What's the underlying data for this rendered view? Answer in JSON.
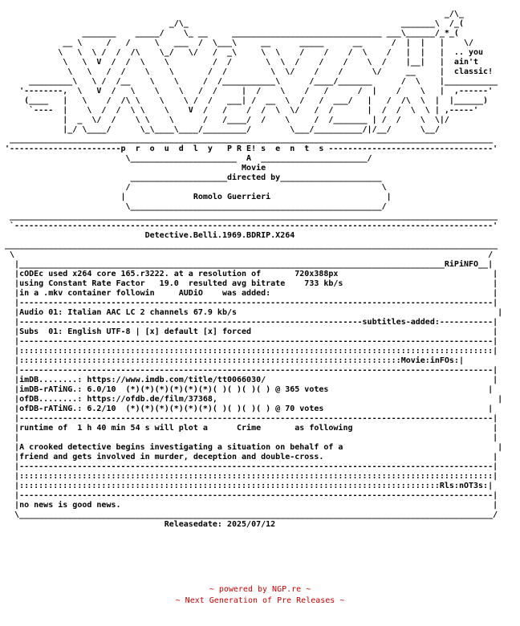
{
  "nfo": {
    "art": [
      "                                                                                            _/\\_",
      "                                   _/\\_                                            _______\\  /_(",
      "                 _______    _____/    \\_ __     _______________________________ ___\\______/_*_(",
      "             __ \\     /   /     \\   ___  /  \\___\\     __      _____      __      /  |  |   |    \\/",
      "            \\   \\  \\ /  /  /\\    \\_/   \\/   /  _\\     \\  \\    /    /    /  \\    /   |  |   |  .. you",
      "             \\   \\  V  /  /  \\    \\         /  /       \\  \\  /    /    /    \\  /    |__|   |  ain't",
      "              \\   \\   /  /    \\    \\       /  /         \\  \\/    /    /      \\/     __     |  classic!",
      "      _________\\   \\ /  /__    \\    \\     /  /___________\\      /____/_______      /  \\    |___________",
      "    '--------,  \\   V  /   \\    \\    \\   /  /     |  /    \\    /   /      /  |    /    \\   |  ,------'",
      "     (____   |   \\    /  /\\ \\    \\    \\ /  /   ___| /  __  \\  /   /  ___/   |   /  /\\  \\  |  |______)",
      "      `----  |    \\  /  /  \\ \\    \\    V  /   /    /  /  \\  \\/   /  /       |  /  /  \\  \\ | ,-----'",
      "             |  _  \\/  /    \\ \\    \\      /   /____/  /    \\     /  /_______ | /  /    \\  \\|/",
      "             |_/ \\____/      \\_\\____\\____/_________/        \\___/__________/|/__/      \\__/",
      "  ____________________________________________________________________________________________________",
      " '-----------------------p  r  o  u  d  l  y   P R E! s  e  n  t  s ----------------------------------'",
      "                          \\______________________  A  ______________________/",
      "                                                  Movie",
      "                           ____________________directed by_____________________",
      "                          /                                                    \\",
      "                         |              Romolo Guerrieri                        |",
      "                          \\____________________________________________________/",
      "  _____________________________________________________________________________________________________",
      "  `---------------------------------------------------------------------------------------------------'",
      "                              Detective.Belli.1969.BDRIP.X264",
      " ______________________________________________________________________________________________________",
      "  \\                                                                                                  /",
      "   |________________________________________________________________________________________RiPiNFO__|"
    ],
    "body_lines": [
      "   |cODEc used x264 core 165.r3222. at a resolution of       720x388px                                |",
      "   |using Constant Rate Factor   19.0  resulted avg bitrate    733 kb/s                               |",
      "   |in a .mkv container followin     AUDiO    was added:                                              |",
      "   |--------------------------------------------------------------------------------------------------|",
      "   |Audio 01: Italian AAC LC 2 channels 67.9 kb/s                                                      |",
      "   |-----------------------------------------------------------------------subtitles-added:-----------|",
      "   |Subs  01: English UTF-8 | [x] default [x] forced                                                  |",
      "   |--------------------------------------------------------------------------------------------------|",
      "   |::::::::::::::::::::::::::::::::::::::::::::::::::::::::::::::::::::::::::::::::::::::::::::::::::|",
      "   |:::::::::::::::::::::::::::::::::::::::::::::::::::::::::::::::::::::::::::::::Movie:inFOs:|",
      "   |--------------------------------------------------------------------------------------------------|",
      "   |imDB........: https://www.imdb.com/title/tt0066030/                                               |",
      "   |imDB-rATiNG.: 6.0/10  (*)(*)(*)(*)(*)(*)( )( )( )( ) @ 365 votes                                 |",
      "   |ofDB........: https://ofdb.de/film/37368,                                                          |",
      "   |ofDB-rATiNG.: 6.2/10  (*)(*)(*)(*)(*)(*)( )( )( )( ) @ 70 votes                                  |",
      "   |--------------------------------------------------------------------------------------------------|",
      "   |runtime of  1 h 40 min 54 s will plot a      Crime       as following                             |",
      "   |                                                                                                  |",
      "   |A crooked detective begins investigating a situation on behalf of a                                |",
      "   |friend and gets involved in murder, deception and double-cross.                                   |",
      "   |--------------------------------------------------------------------------------------------------|",
      "   |::::::::::::::::::::::::::::::::::::::::::::::::::::::::::::::::::::::::::::::::::::::::::::::::::|",
      "   |:::::::::::::::::::::::::::::::::::::::::::::::::::::::::::::::::::::::::::::::::::::::Rls:nOT3s:|",
      "   |--------------------------------------------------------------------------------------------------|",
      "   |no news is good news.                                                                             |",
      "   \\__________________________________________________________________________________________________/",
      "                                  Releasedate: 2025/07/12"
    ]
  },
  "footer": {
    "line1": "~ powered by NGP.re ~",
    "line2": "~ Next Generation of Pre Releases ~",
    "color": "#cc0000"
  }
}
